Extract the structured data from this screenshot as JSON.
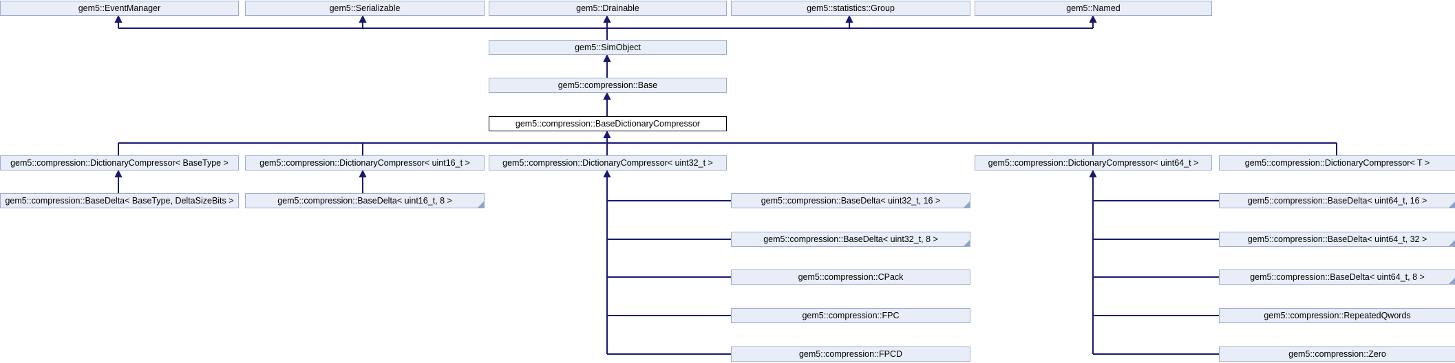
{
  "diagram": {
    "kind": "class-inheritance-graph",
    "colors": {
      "edge": "#191970",
      "node_fill": "#E8EDF7",
      "node_border": "#9CACCE",
      "fold": "#8FA3C9",
      "highlight_fill": "#FFFFFF",
      "highlight_border": "#000000"
    },
    "nodes": {
      "event_manager": {
        "label": "gem5::EventManager"
      },
      "serializable": {
        "label": "gem5::Serializable"
      },
      "drainable": {
        "label": "gem5::Drainable"
      },
      "statistics_group": {
        "label": "gem5::statistics::Group"
      },
      "named": {
        "label": "gem5::Named"
      },
      "sim_object": {
        "label": "gem5::SimObject"
      },
      "compression_base": {
        "label": "gem5::compression::Base"
      },
      "base_dictionary_compressor": {
        "label": "gem5::compression::BaseDictionaryCompressor",
        "current": true
      },
      "dc_basetype": {
        "label": "gem5::compression::DictionaryCompressor< BaseType >"
      },
      "dc_uint16": {
        "label": "gem5::compression::DictionaryCompressor< uint16_t >"
      },
      "dc_uint32": {
        "label": "gem5::compression::DictionaryCompressor< uint32_t >"
      },
      "dc_uint64": {
        "label": "gem5::compression::DictionaryCompressor< uint64_t >"
      },
      "dc_t": {
        "label": "gem5::compression::DictionaryCompressor< T >"
      },
      "bd_basetype": {
        "label": "gem5::compression::BaseDelta< BaseType, DeltaSizeBits >"
      },
      "bd_uint16_8": {
        "label": "gem5::compression::BaseDelta< uint16_t, 8 >",
        "truncated": true
      },
      "bd_uint32_16": {
        "label": "gem5::compression::BaseDelta< uint32_t, 16 >",
        "truncated": true
      },
      "bd_uint32_8": {
        "label": "gem5::compression::BaseDelta< uint32_t, 8 >",
        "truncated": true
      },
      "cpack": {
        "label": "gem5::compression::CPack"
      },
      "fpc": {
        "label": "gem5::compression::FPC"
      },
      "fpcd": {
        "label": "gem5::compression::FPCD"
      },
      "bd_uint64_16": {
        "label": "gem5::compression::BaseDelta< uint64_t, 16 >",
        "truncated": true
      },
      "bd_uint64_32": {
        "label": "gem5::compression::BaseDelta< uint64_t, 32 >",
        "truncated": true
      },
      "bd_uint64_8": {
        "label": "gem5::compression::BaseDelta< uint64_t, 8 >",
        "truncated": true
      },
      "repeated_qwords": {
        "label": "gem5::compression::RepeatedQwords"
      },
      "zero": {
        "label": "gem5::compression::Zero"
      }
    }
  }
}
